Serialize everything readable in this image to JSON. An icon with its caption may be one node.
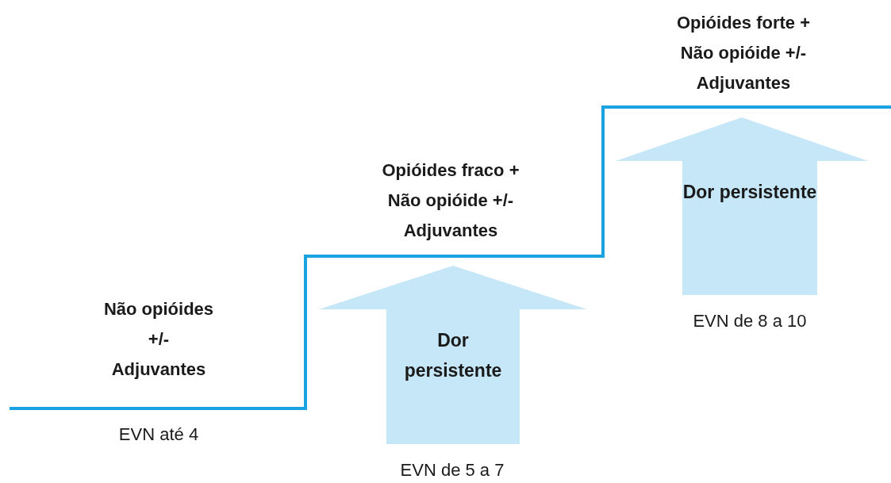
{
  "diagram": {
    "nodes": [
      {
        "text": [
          "Dor persistente"
        ],
        "beside": [
          "EVN de 5 a 7"
        ]
      },
      {
        "text": [
          "Dor persistente"
        ],
        "beside": [
          "EVN de 8 a 10"
        ]
      }
    ],
    "labels": [
      "Opióides forte + Não opióide +/- Adjuvantes",
      "Opióides fraco + Não opióide +/- Adjuvantes",
      "Não opióides +/- Adjuvantes",
      "EVN até 4"
    ]
  }
}
